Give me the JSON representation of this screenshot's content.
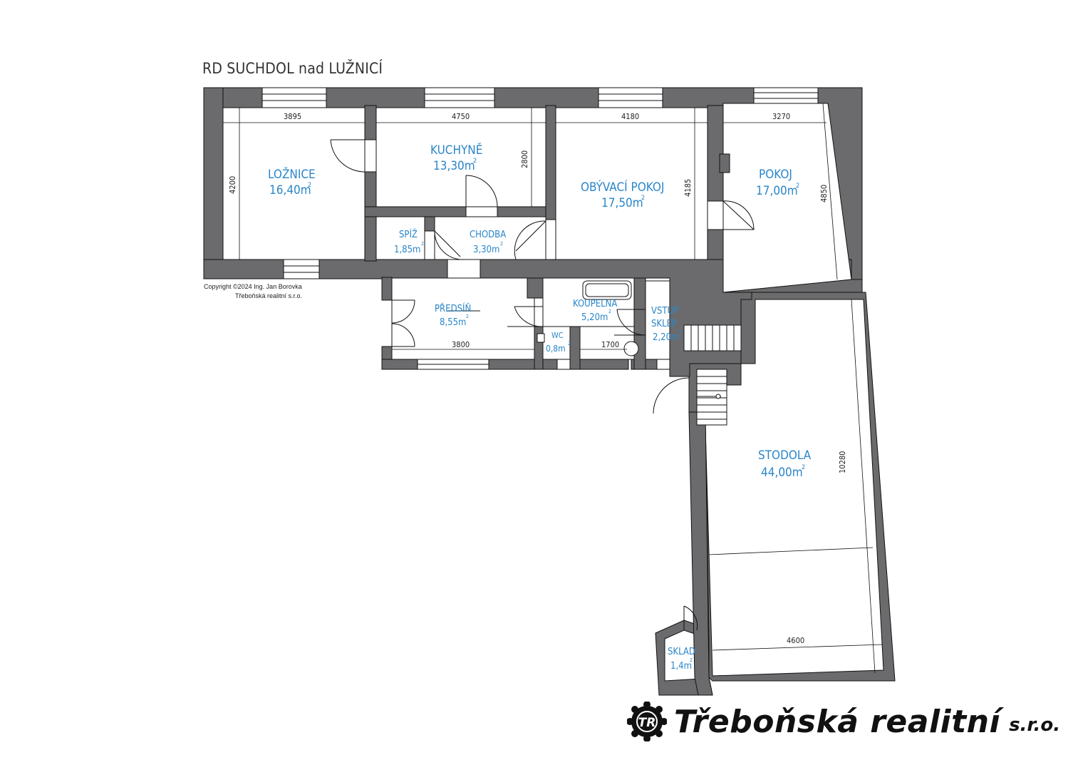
{
  "title": "RD SUCHDOL nad LUŽNICÍ",
  "copyright": {
    "line1": "Copyright ©2024 Ing. Jan Borovka",
    "line2": "Třeboňská realitní s.r.o."
  },
  "brand": {
    "logo_text": "TR",
    "name": "Třeboňská realitní",
    "suffix": "s.r.o."
  },
  "rooms": {
    "loznice": {
      "name": "LOŽNICE",
      "area": "16,40m",
      "sup": "2"
    },
    "kuchyne": {
      "name": "KUCHYNĚ",
      "area": "13,30m",
      "sup": "2"
    },
    "obyvaci": {
      "name": "OBÝVACÍ POKOJ",
      "area": "17,50m",
      "sup": "2"
    },
    "pokoj": {
      "name": "POKOJ",
      "area": "17,00m",
      "sup": "2"
    },
    "spiz": {
      "name": "SPÍŽ",
      "area": "1,85m",
      "sup": "2"
    },
    "chodba": {
      "name": "CHODBA",
      "area": "3,30m",
      "sup": "2"
    },
    "predsin": {
      "name": "PŘEDSÍŇ",
      "area": "8,55m",
      "sup": "2"
    },
    "koupelna": {
      "name": "KOUPELNA",
      "area": "5,20m",
      "sup": "2"
    },
    "wc": {
      "name": "WC",
      "area": "0,8m",
      "sup": "2"
    },
    "vstup": {
      "name1": "VSTUP",
      "name2": "SKLEP",
      "area": "2,20m",
      "sup": "2"
    },
    "stodola": {
      "name": "STODOLA",
      "area": "44,00m",
      "sup": "2"
    },
    "sklad": {
      "name": "SKLAD",
      "area": "1,4m",
      "sup": "2"
    }
  },
  "dimensions": {
    "d3895": "3895",
    "d4750": "4750",
    "d4180": "4180",
    "d3270": "3270",
    "d4200": "4200",
    "d2800": "2800",
    "d4185": "4185",
    "d4850": "4850",
    "d3800": "3800",
    "d1700": "1700",
    "d10280": "10280",
    "d4600": "4600"
  },
  "colors": {
    "wall": "#6b6b6d",
    "room_label": "#2a86c9",
    "text": "#222222"
  }
}
